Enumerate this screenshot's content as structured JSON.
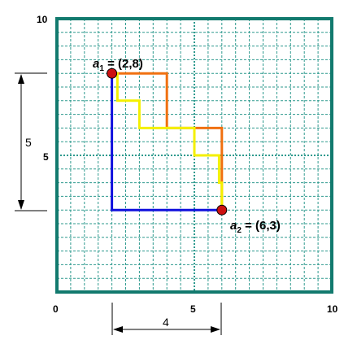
{
  "grid": {
    "x_range": [
      0,
      10
    ],
    "y_range": [
      0,
      10
    ],
    "minor_step": 0.5,
    "major_value": 5,
    "grid_color": "#2e9a8e",
    "frame_color": "#127a6e"
  },
  "axis_labels": {
    "x0": "0",
    "x5": "5",
    "x10": "10",
    "y5": "5",
    "y10": "10"
  },
  "points": {
    "a1": {
      "name": "a",
      "sub": "1",
      "text": " = (2,8)",
      "x": 2,
      "y": 8,
      "color": "#cc1111"
    },
    "a2": {
      "name": "a",
      "sub": "2",
      "text": " = (6,3)",
      "x": 6,
      "y": 3,
      "color": "#cc1111"
    }
  },
  "paths": {
    "blue": {
      "color": "#1010dd",
      "points": [
        [
          2,
          8
        ],
        [
          2,
          3
        ],
        [
          6,
          3
        ]
      ]
    },
    "orange": {
      "color": "#f07010",
      "points": [
        [
          2,
          8
        ],
        [
          4,
          8
        ],
        [
          4,
          6
        ],
        [
          6,
          6
        ],
        [
          6,
          3
        ]
      ]
    },
    "yellow": {
      "color": "#f4f000",
      "points": [
        [
          2,
          8
        ],
        [
          2.2,
          8
        ],
        [
          2.2,
          7
        ],
        [
          3,
          7
        ],
        [
          3,
          6
        ],
        [
          5,
          6
        ],
        [
          5,
          5
        ],
        [
          5.9,
          5
        ],
        [
          5.9,
          4
        ],
        [
          6,
          4
        ],
        [
          6,
          3
        ]
      ]
    }
  },
  "dimensions": {
    "vertical": {
      "label": "5",
      "from": 3,
      "to": 8
    },
    "horizontal": {
      "label": "4",
      "from": 2,
      "to": 6
    }
  }
}
